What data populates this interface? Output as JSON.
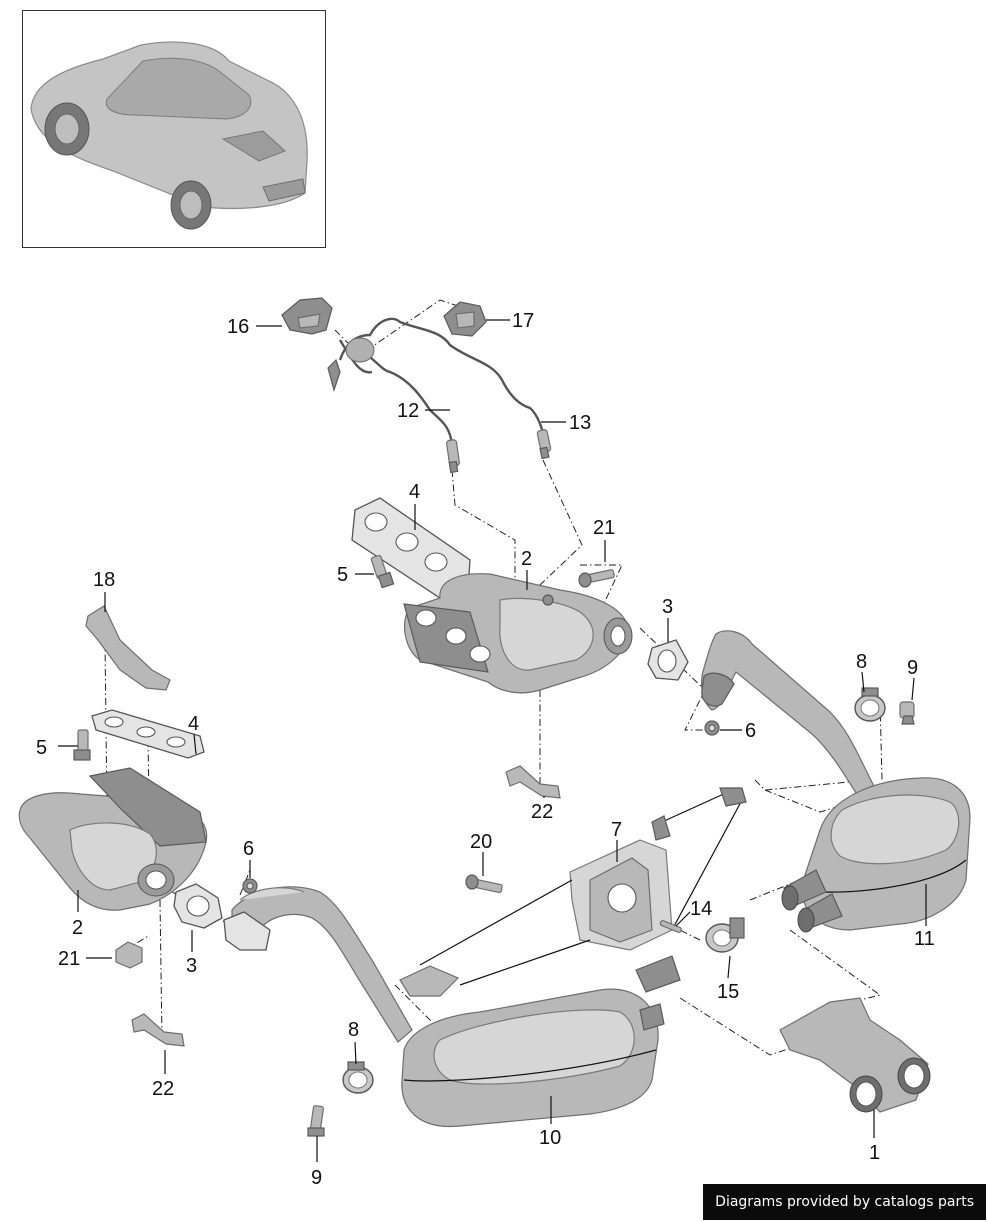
{
  "callouts": {
    "c1": "1",
    "c2a": "2",
    "c2b": "2",
    "c3a": "3",
    "c3b": "3",
    "c4a": "4",
    "c4b": "4",
    "c5a": "5",
    "c5b": "5",
    "c6a": "6",
    "c6b": "6",
    "c7": "7",
    "c8a": "8",
    "c8b": "8",
    "c9a": "9",
    "c9b": "9",
    "c10": "10",
    "c11": "11",
    "c12": "12",
    "c13": "13",
    "c14": "14",
    "c15": "15",
    "c16": "16",
    "c17": "17",
    "c18": "18",
    "c20": "20",
    "c21a": "21",
    "c21b": "21",
    "c22a": "22",
    "c22b": "22"
  },
  "footer": {
    "text": "Diagrams provided by catalogs parts"
  },
  "colors": {
    "part": "#b8b8b8",
    "footer_bg": "#0b0b0b",
    "footer_text": "#ffffff"
  }
}
